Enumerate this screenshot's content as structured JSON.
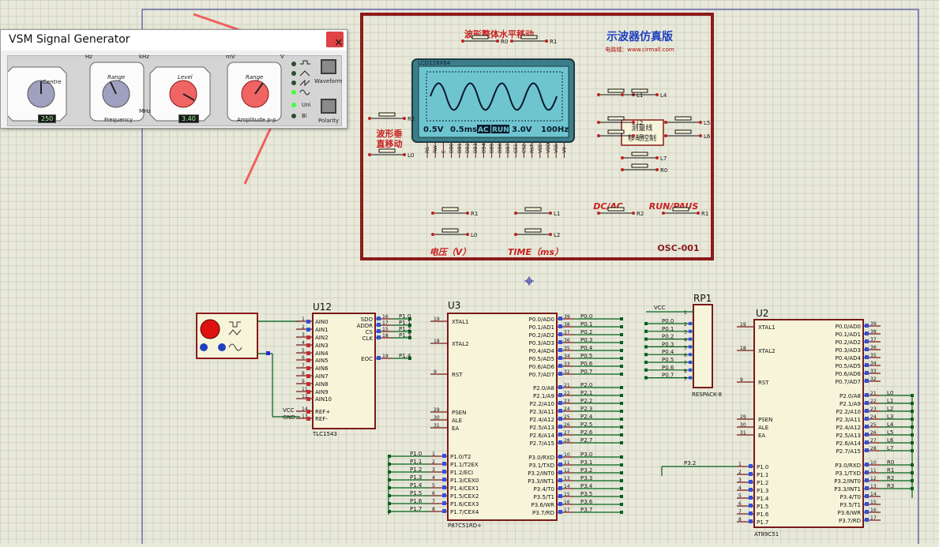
{
  "signal_generator": {
    "title": "VSM Signal Generator",
    "close_glyph": "×",
    "centre_label": "Centre",
    "range_label_1": "Range",
    "level_label": "Level",
    "range_label_2": "Range",
    "frequency_label": "Frequency",
    "amplitude_label": "Amplitude p-p",
    "hz_label": "Hz",
    "khz_label": "kHz",
    "mhz_label": "MHz",
    "mv_label": "mV",
    "v_label": "V",
    "centre_value": "250",
    "level_value": "3.40",
    "waveform_button": "Waveform",
    "polarity_button": "Polarity",
    "uni_label": "Uni",
    "bi_label": "Bi"
  },
  "oscilloscope": {
    "title": "示波器仿真版",
    "website": "电路城：www.cirmall.com",
    "h_shift_label": "波形整体水平移动",
    "v_shift_label_1": "波形垂",
    "v_shift_label_2": "直移动",
    "measure_line_1": "测量线",
    "measure_line_2": "移动控制",
    "dcac_label": "DC/AC",
    "runpause_label": "RUN/PAUS",
    "voltage_label": "电压（V）",
    "time_label": "TIME（ms）",
    "model": "OSC-001",
    "lcd_name": "LCD128X64",
    "lcd_status_1": "0.5V",
    "lcd_status_2": "0.5ms",
    "lcd_status_3": "AC",
    "lcd_status_4": "RUN",
    "lcd_status_5": "3.0V",
    "lcd_status_6": "100Hz",
    "lcd_pins": [
      "RS",
      "RW",
      "E",
      "DB0",
      "DB1",
      "DB2",
      "DB3",
      "DB4",
      "DB5",
      "DB6",
      "DB7",
      "CS1",
      "CS2",
      "RST",
      "VEE",
      "VDD",
      "VSS",
      "V0"
    ],
    "button_labels": [
      "R0",
      "R1",
      "R2",
      "L0",
      "L1",
      "L2",
      "L3",
      "L4",
      "L5",
      "L6",
      "L7",
      "R0",
      "R1",
      "L0",
      "L1",
      "L2",
      "R2",
      "R1"
    ]
  },
  "u12": {
    "ref": "U12",
    "part": "TLC1543",
    "left_pins": [
      "AIN0",
      "AIN1",
      "AIN2",
      "AIN3",
      "AIN4",
      "AIN5",
      "AIN6",
      "AIN7",
      "AIN8",
      "AIN9",
      "AIN10",
      "REF+",
      "REF-"
    ],
    "left_nums": [
      "1",
      "2",
      "3",
      "4",
      "5",
      "6",
      "7",
      "8",
      "9",
      "11",
      "12",
      "14",
      "13"
    ],
    "right_pins": [
      "SDO",
      "ADDR",
      "CS",
      "CLK",
      "EOC"
    ],
    "right_nums": [
      "16",
      "17",
      "15",
      "18",
      "19"
    ],
    "right_nets": [
      "P1.0",
      "P1.1",
      "P1.2",
      "P1.3",
      "P1.4"
    ],
    "vcc": "VCC",
    "gnd": "GND"
  },
  "u3": {
    "ref": "U3",
    "part": "P87C51RD+",
    "left_pins": [
      "XTAL1",
      "XTAL2",
      "RST",
      "PSEN",
      "ALE",
      "EA"
    ],
    "left_nums": [
      "19",
      "18",
      "9",
      "29",
      "30",
      "31"
    ],
    "p1_pins": [
      "P1.0/T2",
      "P1.1/T2EX",
      "P1.2/ECI",
      "P1.3/CEX0",
      "P1.4/CEX1",
      "P1.5/CEX2",
      "P1.6/CEX3",
      "P1.7/CEX4"
    ],
    "p1_nums": [
      "1",
      "2",
      "3",
      "4",
      "5",
      "6",
      "7",
      "8"
    ],
    "p1_nets": [
      "P1.0",
      "P1.1",
      "P1.2",
      "P1.3",
      "P1.4",
      "P1.5",
      "P1.6",
      "P1.7"
    ],
    "p0_pins": [
      "P0.0/AD0",
      "P0.1/AD1",
      "P0.2/AD2",
      "P0.3/AD3",
      "P0.4/AD4",
      "P0.5/AD5",
      "P0.6/AD6",
      "P0.7/AD7"
    ],
    "p0_nums": [
      "39",
      "38",
      "37",
      "36",
      "35",
      "34",
      "33",
      "32"
    ],
    "p0_nets": [
      "P0.0",
      "P0.1",
      "P0.2",
      "P0.3",
      "P0.4",
      "P0.5",
      "P0.6",
      "P0.7"
    ],
    "p2_pins": [
      "P2.0/A8",
      "P2.1/A9",
      "P2.2/A10",
      "P2.3/A11",
      "P2.4/A12",
      "P2.5/A13",
      "P2.6/A14",
      "P2.7/A15"
    ],
    "p2_nums": [
      "21",
      "22",
      "23",
      "24",
      "25",
      "26",
      "27",
      "28"
    ],
    "p2_nets": [
      "P2.0",
      "P2.1",
      "P2.2",
      "P2.3",
      "P2.4",
      "P2.5",
      "P2.6",
      "P2.7"
    ],
    "p3_pins": [
      "P3.0/RXD",
      "P3.1/TXD",
      "P3.2/INT0",
      "P3.3/INT1",
      "P3.4/T0",
      "P3.5/T1",
      "P3.6/WR",
      "P3.7/RD"
    ],
    "p3_nums": [
      "10",
      "11",
      "12",
      "13",
      "14",
      "15",
      "16",
      "17"
    ],
    "p3_nets": [
      "P3.0",
      "P3.1",
      "P3.2",
      "P3.3",
      "P3.4",
      "P3.5",
      "P3.6",
      "P3.7"
    ]
  },
  "rp1": {
    "ref": "RP1",
    "part": "RESPACK-8",
    "vcc": "VCC",
    "nets": [
      "P0.0",
      "P0.1",
      "P0.2",
      "P0.3",
      "P0.4",
      "P0.5",
      "P0.6",
      "P0.7"
    ],
    "nums": [
      "1",
      "2",
      "3",
      "4",
      "5",
      "6",
      "7",
      "8",
      "9"
    ]
  },
  "u2": {
    "ref": "U2",
    "part": "AT89C51",
    "left_pins": [
      "XTAL1",
      "XTAL2",
      "RST",
      "PSEN",
      "ALE",
      "EA"
    ],
    "left_nums": [
      "19",
      "18",
      "9",
      "29",
      "30",
      "31"
    ],
    "p1_pins": [
      "P1.0",
      "P1.1",
      "P1.2",
      "P1.3",
      "P1.4",
      "P1.5",
      "P1.6",
      "P1.7"
    ],
    "p1_nums": [
      "1",
      "2",
      "3",
      "4",
      "5",
      "6",
      "7",
      "8"
    ],
    "p0_pins": [
      "P0.0/AD0",
      "P0.1/AD1",
      "P0.2/AD2",
      "P0.3/AD3",
      "P0.4/AD4",
      "P0.5/AD5",
      "P0.6/AD6",
      "P0.7/AD7"
    ],
    "p0_nums": [
      "39",
      "38",
      "37",
      "36",
      "35",
      "34",
      "33",
      "32"
    ],
    "p2_pins": [
      "P2.0/A8",
      "P2.1/A9",
      "P2.2/A10",
      "P2.3/A11",
      "P2.4/A12",
      "P2.5/A13",
      "P2.6/A14",
      "P2.7/A15"
    ],
    "p2_nums": [
      "21",
      "22",
      "23",
      "24",
      "25",
      "26",
      "27",
      "28"
    ],
    "p2_nets": [
      "L0",
      "L1",
      "L2",
      "L3",
      "L4",
      "L5",
      "L6",
      "L7"
    ],
    "p3_pins": [
      "P3.0/RXD",
      "P3.1/TXD",
      "P3.2/INT0",
      "P3.3/INT1",
      "P3.4/T0",
      "P3.5/T1",
      "P3.6/WR",
      "P3.7/RD"
    ],
    "p3_nums": [
      "10",
      "11",
      "12",
      "13",
      "14",
      "15",
      "16",
      "17"
    ],
    "p3_nets": [
      "R0",
      "R1",
      "R2",
      "R3"
    ],
    "p32_net": "P3.2"
  },
  "colors": {
    "osc_frame": "#8b1a1a",
    "wire": "#00601a",
    "chip_border": "#7a1a1a",
    "chip_fill": "#f7f4da",
    "pin_text": "#000080",
    "annotation_arrow": "#f05050",
    "lcd_bg": "#3b7e8a"
  }
}
